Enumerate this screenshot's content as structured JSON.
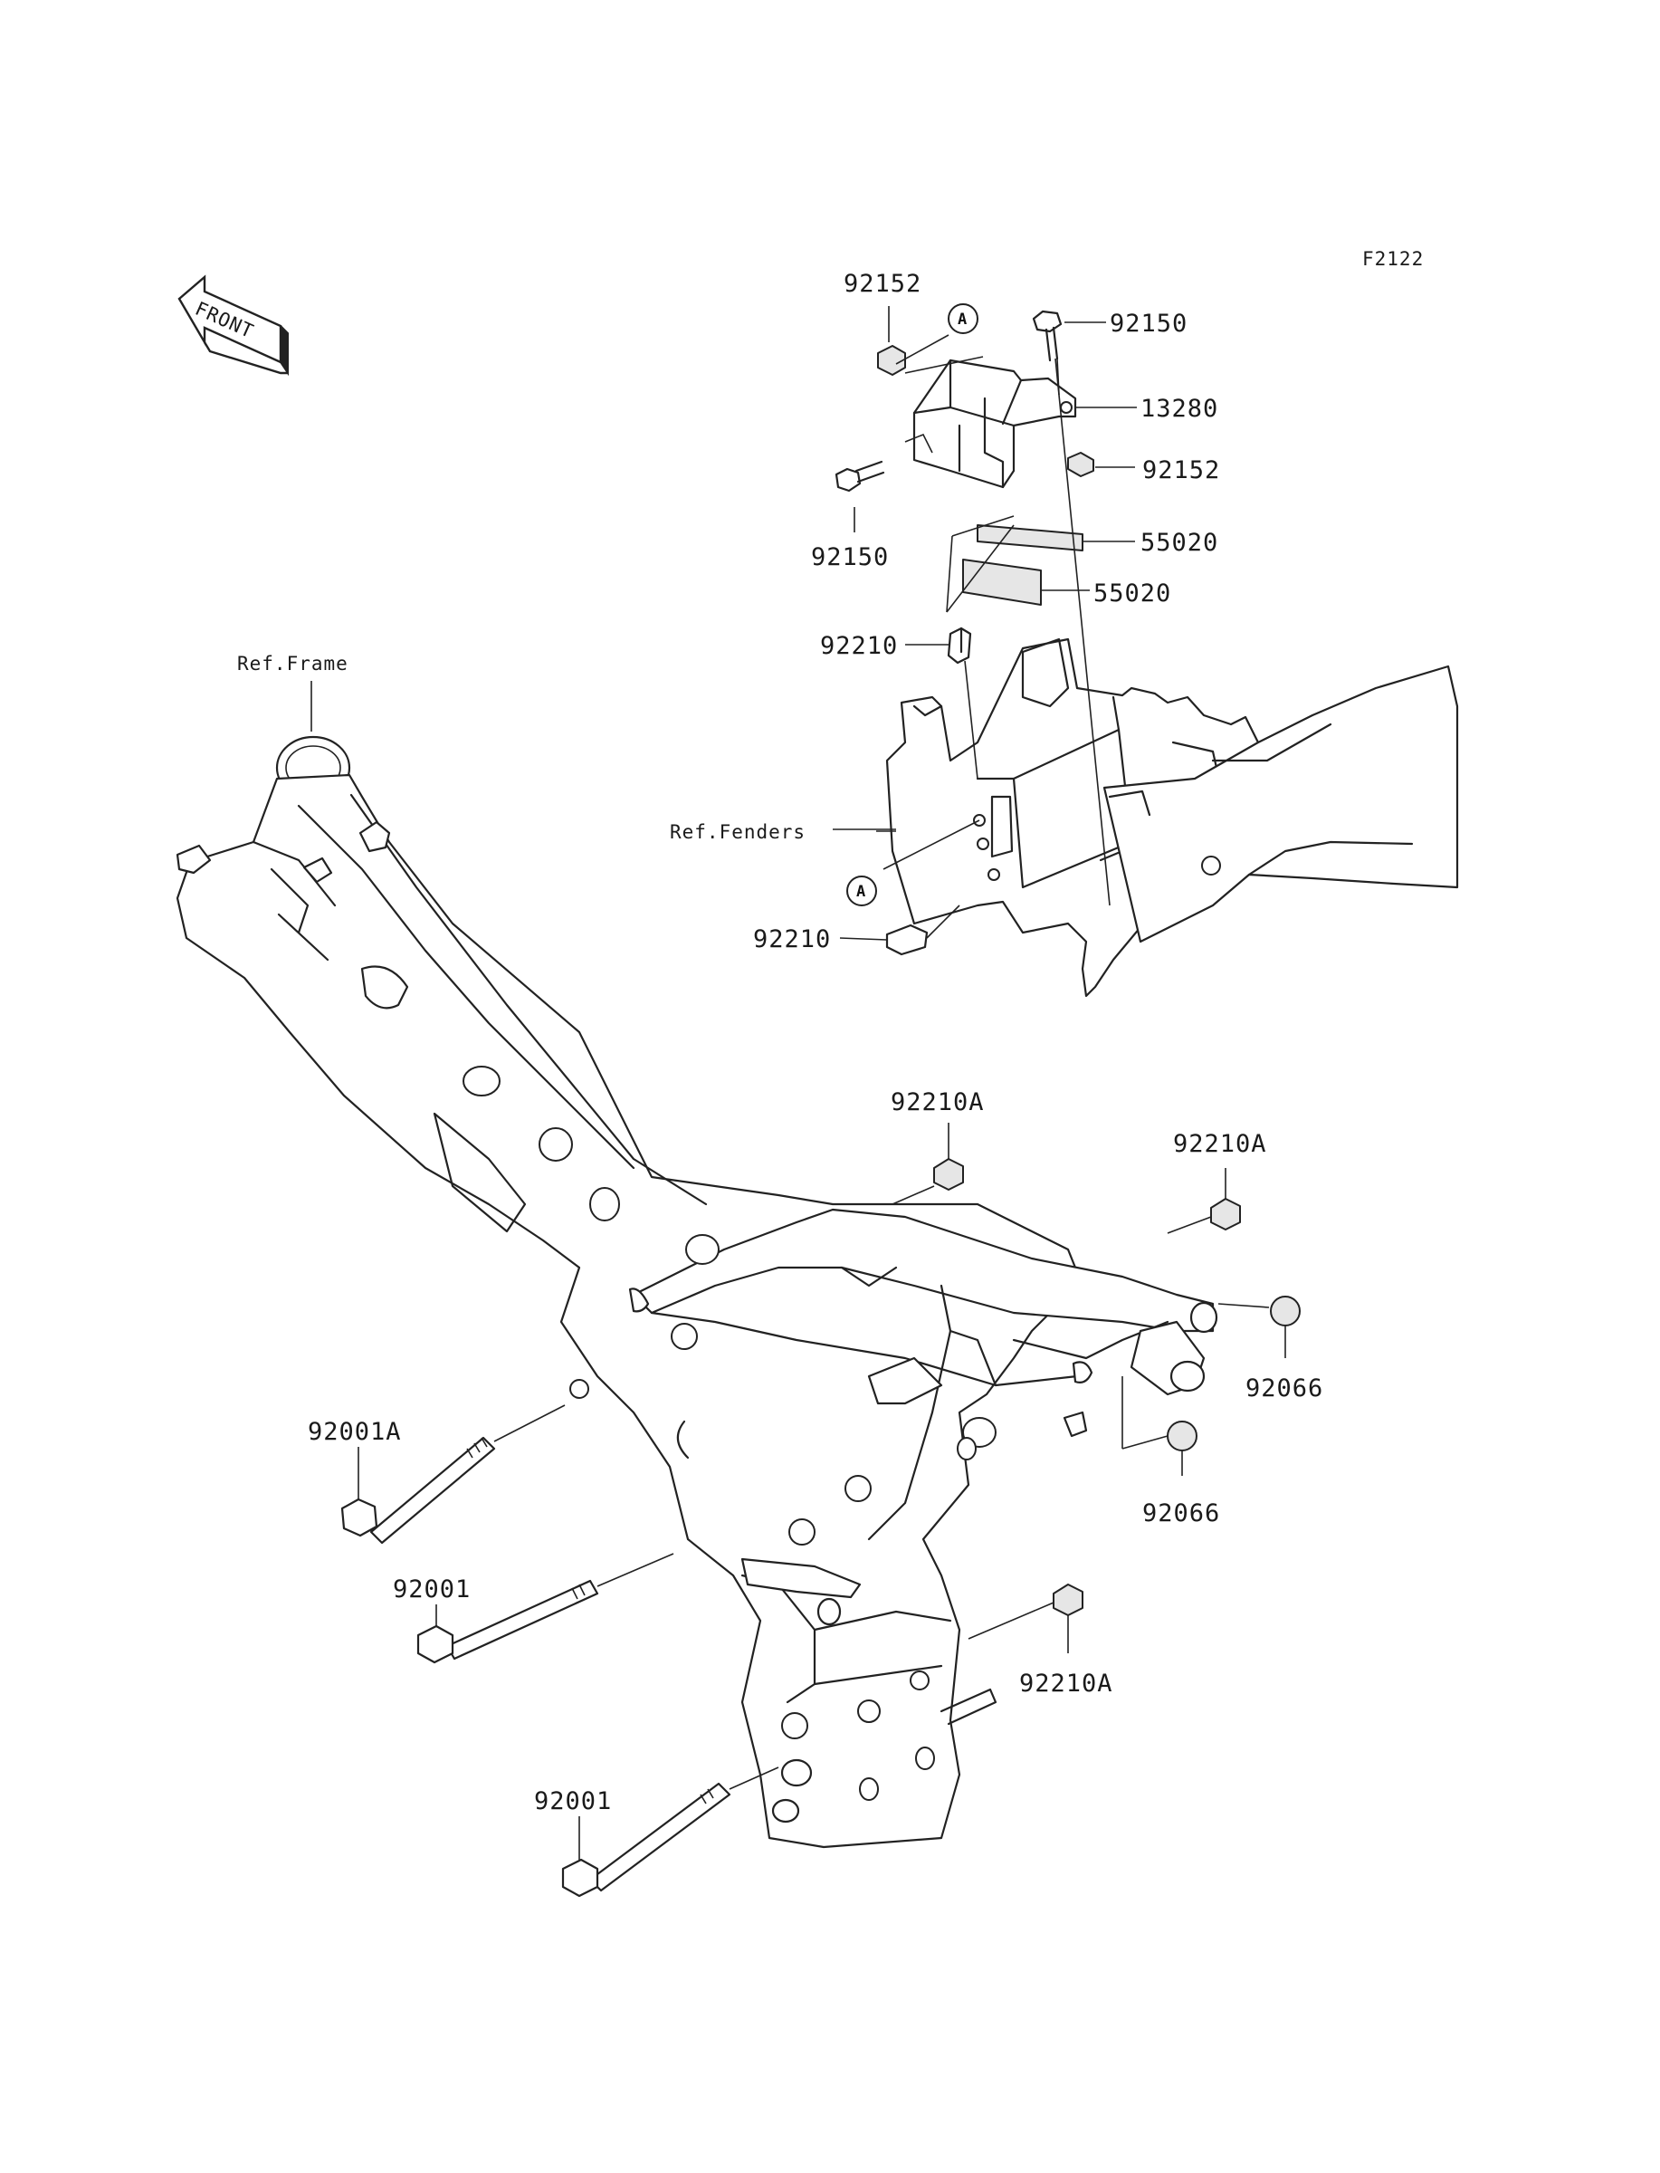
{
  "figure_code": "F2122",
  "front_marker": "FRONT",
  "reference_labels": {
    "frame": "Ref.Frame",
    "fenders": "Ref.Fenders"
  },
  "connector_tag": "A",
  "callouts": {
    "p92152_top": "92152",
    "p92150_top": "92150",
    "p13280": "13280",
    "p92152_right": "92152",
    "p92150_left": "92150",
    "p55020_upper": "55020",
    "p55020_lower": "55020",
    "p92210_upper": "92210",
    "p92210_lower": "92210",
    "p92210A_top": "92210A",
    "p92210A_right": "92210A",
    "p92066_right": "92066",
    "p92066_lower": "92066",
    "p92001A": "92001A",
    "p92001_mid": "92001",
    "p92210A_lower": "92210A",
    "p92001_bottom": "92001"
  }
}
